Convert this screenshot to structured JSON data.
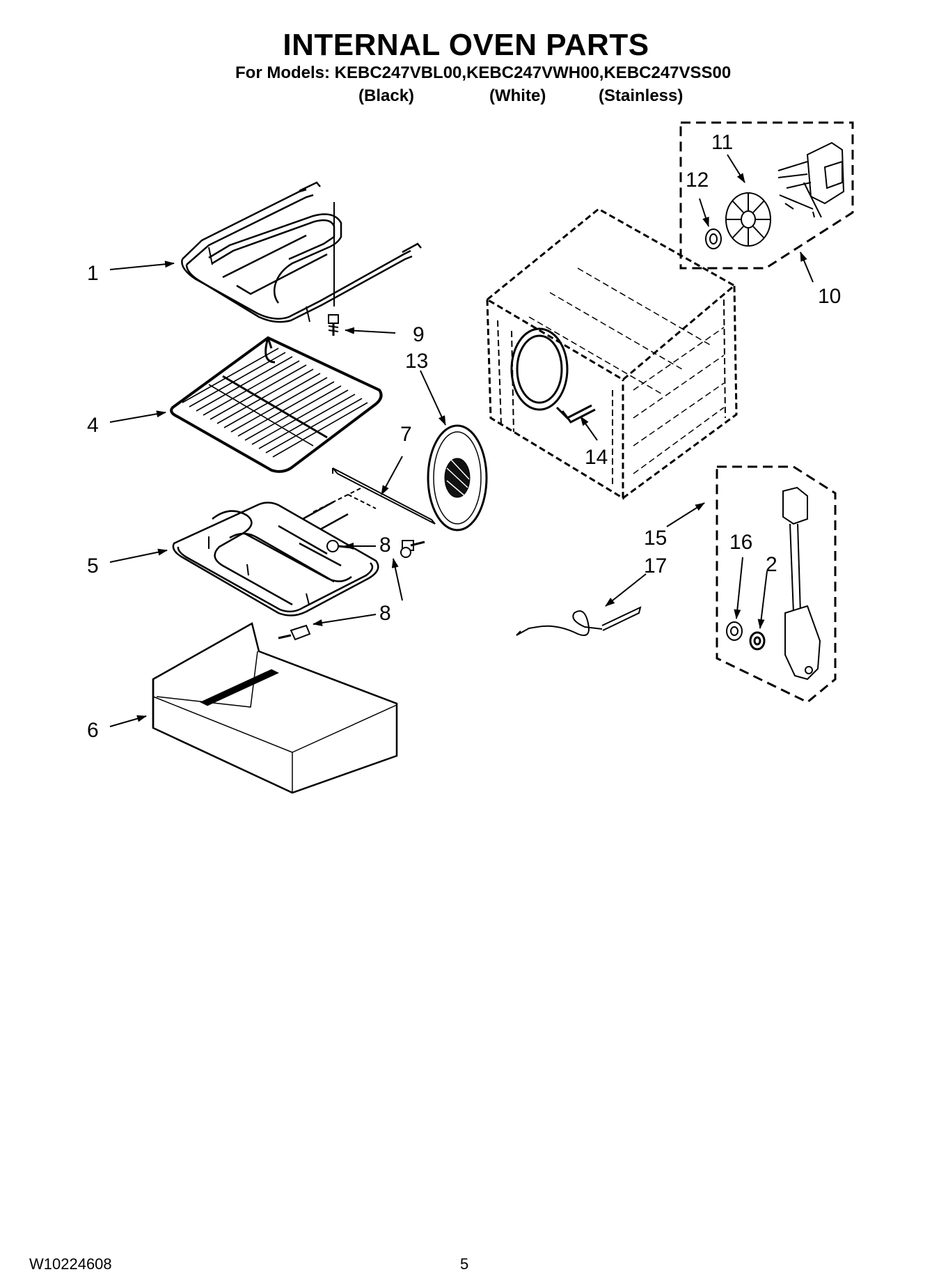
{
  "header": {
    "title": "INTERNAL OVEN PARTS",
    "models_line": "For Models: KEBC247VBL00,KEBC247VWH00,KEBC247VSS00",
    "variants": [
      "(Black)",
      "(White)",
      "(Stainless)"
    ]
  },
  "callouts": {
    "c1": "1",
    "c2": "2",
    "c4": "4",
    "c5": "5",
    "c6": "6",
    "c7": "7",
    "c8a": "8",
    "c8b": "8",
    "c9": "9",
    "c10": "10",
    "c11": "11",
    "c12": "12",
    "c13": "13",
    "c14": "14",
    "c15": "15",
    "c16": "16",
    "c17": "17"
  },
  "footer": {
    "doc_number": "W10224608",
    "page_number": "5"
  }
}
